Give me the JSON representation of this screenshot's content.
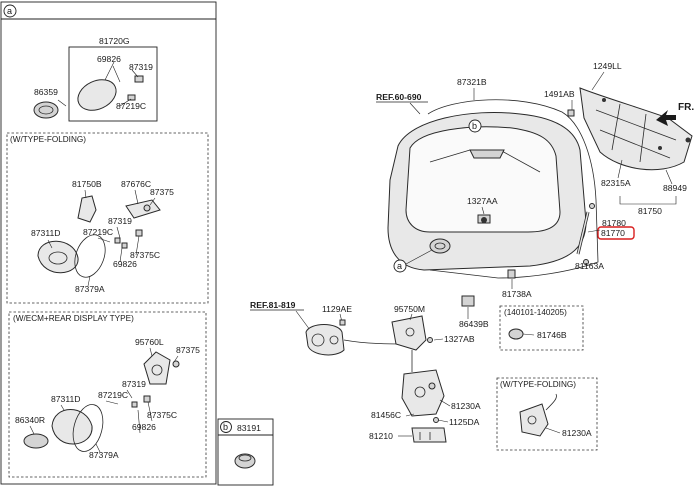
{
  "callouts": {
    "a": "a",
    "b": "b"
  },
  "detail_a": {
    "labels": {
      "p81720G": "81720G",
      "p69826_top": "69826",
      "p87319_top": "87319",
      "p86359": "86359",
      "p87219C_top": "87219C"
    },
    "type_folding": {
      "title": "(W/TYPE-FOLDING)",
      "labels": {
        "p81750B": "81750B",
        "p87676C": "87676C",
        "p87375": "87375",
        "p87319": "87319",
        "p87219C": "87219C",
        "p87311D": "87311D",
        "p87375C": "87375C",
        "p69826": "69826",
        "p87379A": "87379A"
      }
    },
    "ecm_rear": {
      "title": "(W/ECM+REAR DISPLAY TYPE)",
      "labels": {
        "p95760L": "95760L",
        "p87375": "87375",
        "p87319": "87319",
        "p87311D": "87311D",
        "p87219C": "87219C",
        "p86340R": "86340R",
        "p87375C": "87375C",
        "p69826": "69826",
        "p87379A": "87379A"
      }
    }
  },
  "detail_b": {
    "labels": {
      "p83191": "83191"
    }
  },
  "main": {
    "refs": {
      "ref60": "REF.60-690",
      "ref81": "REF.81-819"
    },
    "fr": "FR.",
    "labels": {
      "p87321B": "87321B",
      "p1491AB": "1491AB",
      "p1249LL": "1249LL",
      "p1327AA": "1327AA",
      "p82315A": "82315A",
      "p88949": "88949",
      "p81750": "81750",
      "p81780": "81780",
      "p81770": "81770",
      "p81163A": "81163A",
      "p81738A": "81738A",
      "p1129AE": "1129AE",
      "p95750M": "95750M",
      "p86439B": "86439B",
      "p1327AB": "1327AB",
      "p81230A": "81230A",
      "p81456C": "81456C",
      "p1125DA": "1125DA",
      "p81210": "81210"
    },
    "date_box": {
      "title": "(140101-140205)",
      "part": "81746B"
    },
    "type_folding_box": {
      "title": "(W/TYPE-FOLDING)",
      "part": "81230A"
    }
  },
  "highlight": {
    "part": "81770",
    "color": "#d81e1e"
  }
}
